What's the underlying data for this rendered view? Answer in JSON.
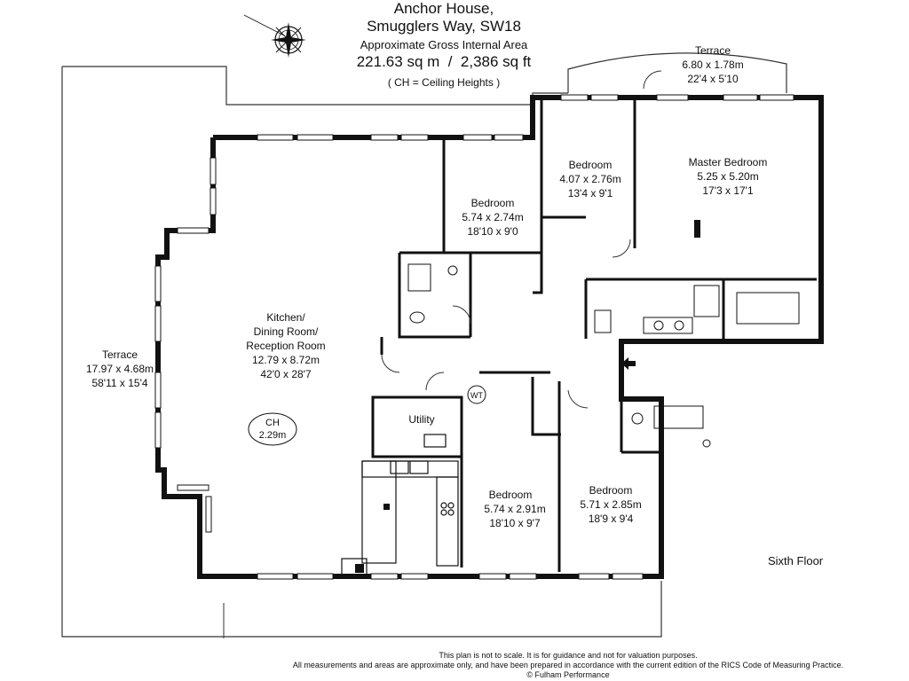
{
  "header": {
    "title_line1": "Anchor House,",
    "title_line2": "Smugglers Way, SW18",
    "area_caption": "Approximate Gross Internal Area",
    "area_value": "221.63 sq m  /  2,386 sq ft",
    "note": "( CH = Ceiling Heights )"
  },
  "compass": {
    "icon": "compass-rose-icon"
  },
  "rooms": {
    "terrace_top": {
      "name": "Terrace",
      "metric": "6.80 x 1.78m",
      "imperial": "22'4 x 5'10"
    },
    "terrace_left": {
      "name": "Terrace",
      "metric": "17.97 x 4.68m",
      "imperial": "58'11 x 15'4"
    },
    "kitchen": {
      "line1": "Kitchen/",
      "line2": "Dining Room/",
      "line3": "Reception Room",
      "metric": "12.79 x 8.72m",
      "imperial": "42'0 x 28'7"
    },
    "ceiling": {
      "name": "CH",
      "value": "2.29m"
    },
    "bedroom_a": {
      "name": "Bedroom",
      "metric": "5.74 x 2.74m",
      "imperial": "18'10 x 9'0"
    },
    "bedroom_b": {
      "name": "Bedroom",
      "metric": "4.07 x 2.76m",
      "imperial": "13'4 x 9'1"
    },
    "master": {
      "name": "Master Bedroom",
      "metric": "5.25 x 5.20m",
      "imperial": "17'3 x 17'1"
    },
    "utility": {
      "name": "Utility"
    },
    "wt": {
      "name": "WT"
    },
    "bedroom_c": {
      "name": "Bedroom",
      "metric": "5.74 x 2.91m",
      "imperial": "18'10 x 9'7"
    },
    "bedroom_d": {
      "name": "Bedroom",
      "metric": "5.71 x 2.85m",
      "imperial": "18'9 x 9'4"
    }
  },
  "floor_label": "Sixth Floor",
  "footer": {
    "line1": "This plan is not to scale. It is for guidance and not for valuation purposes.",
    "line2": "All measurements and areas are approximate only, and have been prepared in accordance with the current edition of the RICS Code of Measuring Practice.",
    "line3": "© Fulham Performance"
  }
}
